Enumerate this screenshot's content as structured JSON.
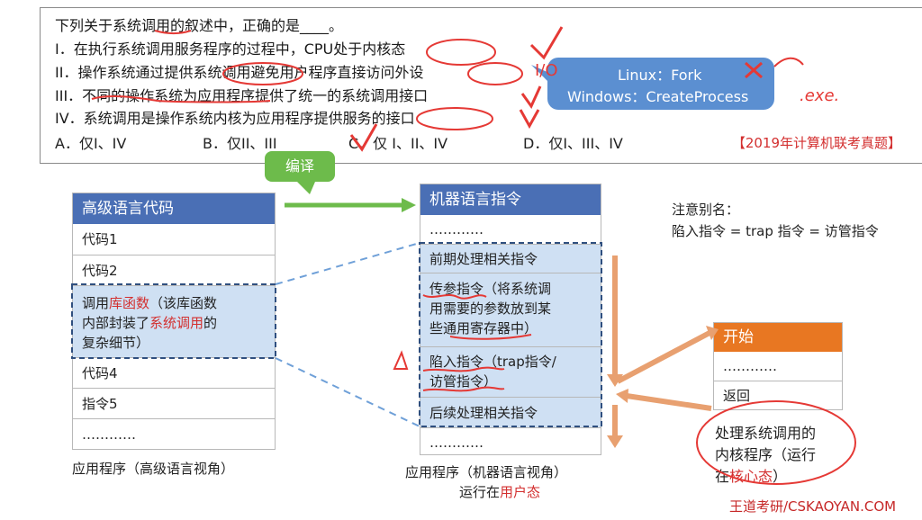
{
  "question": {
    "stem": "下列关于系统调用的叙述中，正确的是____。",
    "items": [
      "I．在执行系统调用服务程序的过程中，CPU处于内核态",
      "II．操作系统通过提供系统调用避免用户程序直接访问外设",
      "III．不同的操作系统为应用程序提供了统一的系统调用接口",
      "IV．系统调用是操作系统内核为应用程序提供服务的接口"
    ],
    "options": [
      "A．仅I、IV",
      "B．仅II、III",
      "C．仅 I、II、IV",
      "D．仅I、III、IV"
    ],
    "source": "【2019年计算机联考真题】"
  },
  "callout": {
    "linux": "Linux：Fork",
    "windows": "Windows：CreateProcess"
  },
  "handwriting": {
    "io": "I/O",
    "exe": ".exe."
  },
  "compile_label": "编译",
  "high_level": {
    "header": "高级语言代码",
    "rows": [
      "代码1",
      "代码2"
    ],
    "lib_pre": "调用",
    "lib_red": "库函数",
    "lib_post1": "（该库函数",
    "lib_line2a": "内部封装了",
    "lib_line2_red": "系统调用",
    "lib_line2b": "的",
    "lib_line3": "复杂细节）",
    "rows_after": [
      "代码4",
      "指令5",
      "…………"
    ],
    "caption": "应用程序（高级语言视角）"
  },
  "machine": {
    "header": "机器语言指令",
    "dots_top": "…………",
    "pre": "前期处理相关指令",
    "param_l1": "传参指令（将系统调",
    "param_l2": "用需要的参数放到某",
    "param_l3": "些通用寄存器中）",
    "trap_l1": "陷入指令（trap指令/",
    "trap_l2": "访管指令）",
    "post": "后续处理相关指令",
    "dots_bottom": "…………",
    "caption1": "应用程序（机器语言视角）",
    "caption2_pre": "运行在",
    "caption2_red": "用户态"
  },
  "alias_note": {
    "line1": "注意别名：",
    "line2": "陷入指令 = trap 指令 = 访管指令"
  },
  "kernel": {
    "header": "开始",
    "dots": "…………",
    "ret": "返回",
    "cap1": "处理系统调用的",
    "cap2": "内核程序（运行",
    "cap3_pre": "在",
    "cap3_red": "核心态",
    "cap3_post": "）"
  },
  "watermark": "王道考研/CSKAOYAN.COM",
  "colors": {
    "header_blue": "#4a6fb5",
    "accent_orange": "#e87722",
    "ink_red": "#d32f2f",
    "green": "#6dbb4b",
    "callout_blue": "#5b8fd1"
  }
}
